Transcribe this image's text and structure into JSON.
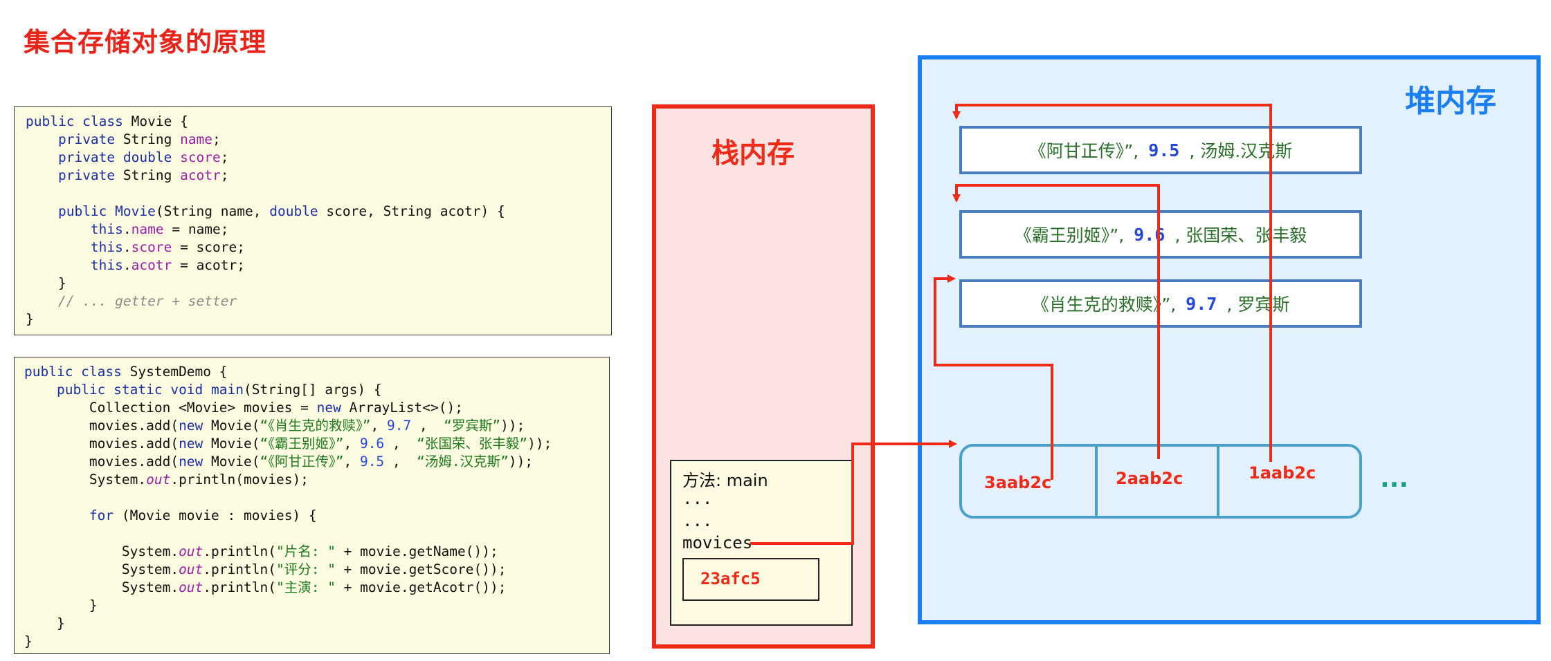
{
  "title": "集合存储对象的原理",
  "movie_class_code": [
    {
      "parts": [
        [
          "kw",
          "public class "
        ],
        [
          "",
          "Movie {"
        ]
      ]
    },
    {
      "parts": [
        [
          "",
          "    "
        ],
        [
          "kw",
          "private "
        ],
        [
          "",
          "String "
        ],
        [
          "fd",
          "name"
        ],
        [
          "",
          ";"
        ]
      ]
    },
    {
      "parts": [
        [
          "",
          "    "
        ],
        [
          "kw",
          "private double "
        ],
        [
          "fd",
          "score"
        ],
        [
          "",
          ";"
        ]
      ]
    },
    {
      "parts": [
        [
          "",
          "    "
        ],
        [
          "kw",
          "private "
        ],
        [
          "",
          "String "
        ],
        [
          "fd",
          "acotr"
        ],
        [
          "",
          ";"
        ]
      ]
    },
    {
      "parts": [
        [
          "",
          ""
        ]
      ]
    },
    {
      "parts": [
        [
          "",
          "    "
        ],
        [
          "kw",
          "public "
        ],
        [
          "kw",
          "Movie"
        ],
        [
          "",
          "(String name, "
        ],
        [
          "kw",
          "double "
        ],
        [
          "",
          "score, String acotr) {"
        ]
      ]
    },
    {
      "parts": [
        [
          "",
          "        "
        ],
        [
          "kw",
          "this"
        ],
        [
          "",
          "."
        ],
        [
          "fd",
          "name"
        ],
        [
          "",
          " = name;"
        ]
      ]
    },
    {
      "parts": [
        [
          "",
          "        "
        ],
        [
          "kw",
          "this"
        ],
        [
          "",
          "."
        ],
        [
          "fd",
          "score"
        ],
        [
          "",
          " = score;"
        ]
      ]
    },
    {
      "parts": [
        [
          "",
          "        "
        ],
        [
          "kw",
          "this"
        ],
        [
          "",
          "."
        ],
        [
          "fd",
          "acotr"
        ],
        [
          "",
          " = acotr;"
        ]
      ]
    },
    {
      "parts": [
        [
          "",
          "    }"
        ]
      ]
    },
    {
      "parts": [
        [
          "",
          "    "
        ],
        [
          "cm",
          "// ... getter + setter"
        ]
      ]
    },
    {
      "parts": [
        [
          "",
          "}"
        ]
      ]
    }
  ],
  "demo_class_code": [
    {
      "parts": [
        [
          "kw",
          "public class "
        ],
        [
          "",
          "SystemDemo {"
        ]
      ]
    },
    {
      "parts": [
        [
          "",
          "    "
        ],
        [
          "kw",
          "public static void "
        ],
        [
          "kw",
          "main"
        ],
        [
          "",
          "(String[] args) {"
        ]
      ]
    },
    {
      "parts": [
        [
          "",
          "        Collection <Movie> movies = "
        ],
        [
          "kw",
          "new "
        ],
        [
          "",
          "ArrayList<>();"
        ]
      ]
    },
    {
      "parts": [
        [
          "",
          "        movies.add("
        ],
        [
          "kw",
          "new "
        ],
        [
          "",
          "Movie("
        ],
        [
          "str",
          "“《肖生克的救赎》”"
        ],
        [
          "",
          ", "
        ],
        [
          "num",
          "9.7"
        ],
        [
          "",
          " ,  "
        ],
        [
          "str",
          "“罗宾斯”"
        ],
        [
          "",
          "));"
        ]
      ]
    },
    {
      "parts": [
        [
          "",
          "        movies.add("
        ],
        [
          "kw",
          "new "
        ],
        [
          "",
          "Movie("
        ],
        [
          "str",
          "“《霸王别姬》”"
        ],
        [
          "",
          ", "
        ],
        [
          "num",
          "9.6"
        ],
        [
          "",
          " ,  "
        ],
        [
          "str",
          "“张国荣、张丰毅”"
        ],
        [
          "",
          "));"
        ]
      ]
    },
    {
      "parts": [
        [
          "",
          "        movies.add("
        ],
        [
          "kw",
          "new "
        ],
        [
          "",
          "Movie("
        ],
        [
          "str",
          "“《阿甘正传》”"
        ],
        [
          "",
          ", "
        ],
        [
          "num",
          "9.5"
        ],
        [
          "",
          " ,  "
        ],
        [
          "str",
          "“汤姆.汉克斯”"
        ],
        [
          "",
          "));"
        ]
      ]
    },
    {
      "parts": [
        [
          "",
          "        System."
        ],
        [
          "it",
          "out"
        ],
        [
          "",
          ".println(movies);"
        ]
      ]
    },
    {
      "parts": [
        [
          "",
          ""
        ]
      ]
    },
    {
      "parts": [
        [
          "",
          "        "
        ],
        [
          "kw",
          "for "
        ],
        [
          "",
          "(Movie movie : movies) {"
        ]
      ]
    },
    {
      "parts": [
        [
          "",
          ""
        ]
      ]
    },
    {
      "parts": [
        [
          "",
          "            System."
        ],
        [
          "it",
          "out"
        ],
        [
          "",
          ".println("
        ],
        [
          "str",
          "\"片名: \""
        ],
        [
          "",
          " + movie.getName());"
        ]
      ]
    },
    {
      "parts": [
        [
          "",
          "            System."
        ],
        [
          "it",
          "out"
        ],
        [
          "",
          ".println("
        ],
        [
          "str",
          "\"评分: \""
        ],
        [
          "",
          " + movie.getScore());"
        ]
      ]
    },
    {
      "parts": [
        [
          "",
          "            System."
        ],
        [
          "it",
          "out"
        ],
        [
          "",
          ".println("
        ],
        [
          "str",
          "\"主演: \""
        ],
        [
          "",
          " + movie.getAcotr());"
        ]
      ]
    },
    {
      "parts": [
        [
          "",
          "        }"
        ]
      ]
    },
    {
      "parts": [
        [
          "",
          "    }"
        ]
      ]
    },
    {
      "parts": [
        [
          "",
          "}"
        ]
      ]
    }
  ],
  "stack": {
    "title": "栈内存",
    "frame_method": "方法: main",
    "frame_dots_1": "...",
    "frame_dots_2": "...",
    "frame_var": "movices",
    "frame_addr": "23afc5"
  },
  "heap": {
    "title": "堆内存",
    "objects": [
      {
        "name": "《阿甘正传》”,",
        "score": "9.5",
        "actor": ", 汤姆.汉克斯"
      },
      {
        "name": "《霸王别姬》”,",
        "score": "9.6",
        "actor": ", 张国荣、张丰毅"
      },
      {
        "name": "《肖生克的救赎》”,",
        "score": "9.7",
        "actor": ", 罗宾斯"
      }
    ],
    "collection_cells": [
      "3aab2c",
      "2aab2c",
      "1aab2c"
    ],
    "more": "..."
  },
  "colors": {
    "accent_red": "#f02a19",
    "heap_blue": "#1a7ff0",
    "code_bg": "#fdfbe0"
  }
}
